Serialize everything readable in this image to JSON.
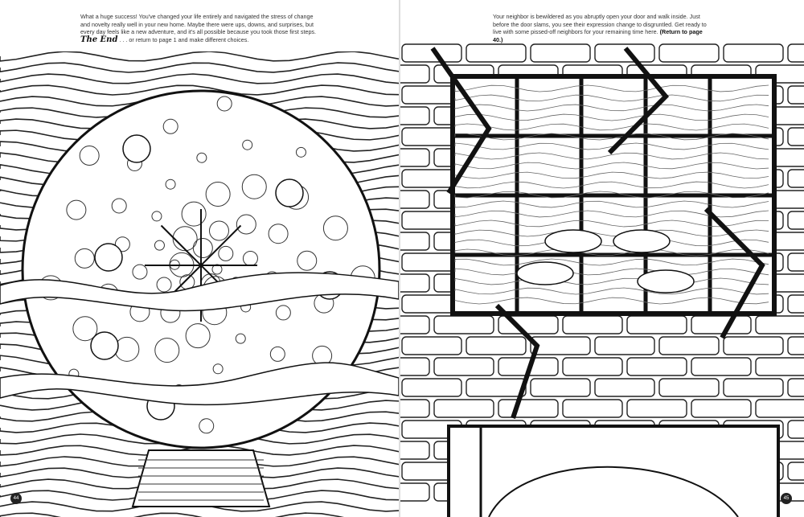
{
  "left_page": {
    "body_text": "What a huge success! You've changed your life entirely and navigated the stress of change and novelty really well in your new home. Maybe there were ups, downs, and surprises, but every day feels like a new adventure, and it's all possible because you took those first steps.",
    "ending_title": "The End",
    "ending_text": ". . . or return to page 1 and make different choices.",
    "page_number": "44",
    "illustration": "crystal-ball-with-wavy-smoke"
  },
  "right_page": {
    "body_text": "Your neighbor is bewildered as you abruptly open your door and walk inside. Just before the door slams, you see their expression change to disgruntled. Get ready to live with some pissed-off neighbors for your remaining time here.",
    "return_link": "(Return to page 40.)",
    "page_number": "45",
    "illustration": "brick-wall-window-drummer-lightning"
  }
}
